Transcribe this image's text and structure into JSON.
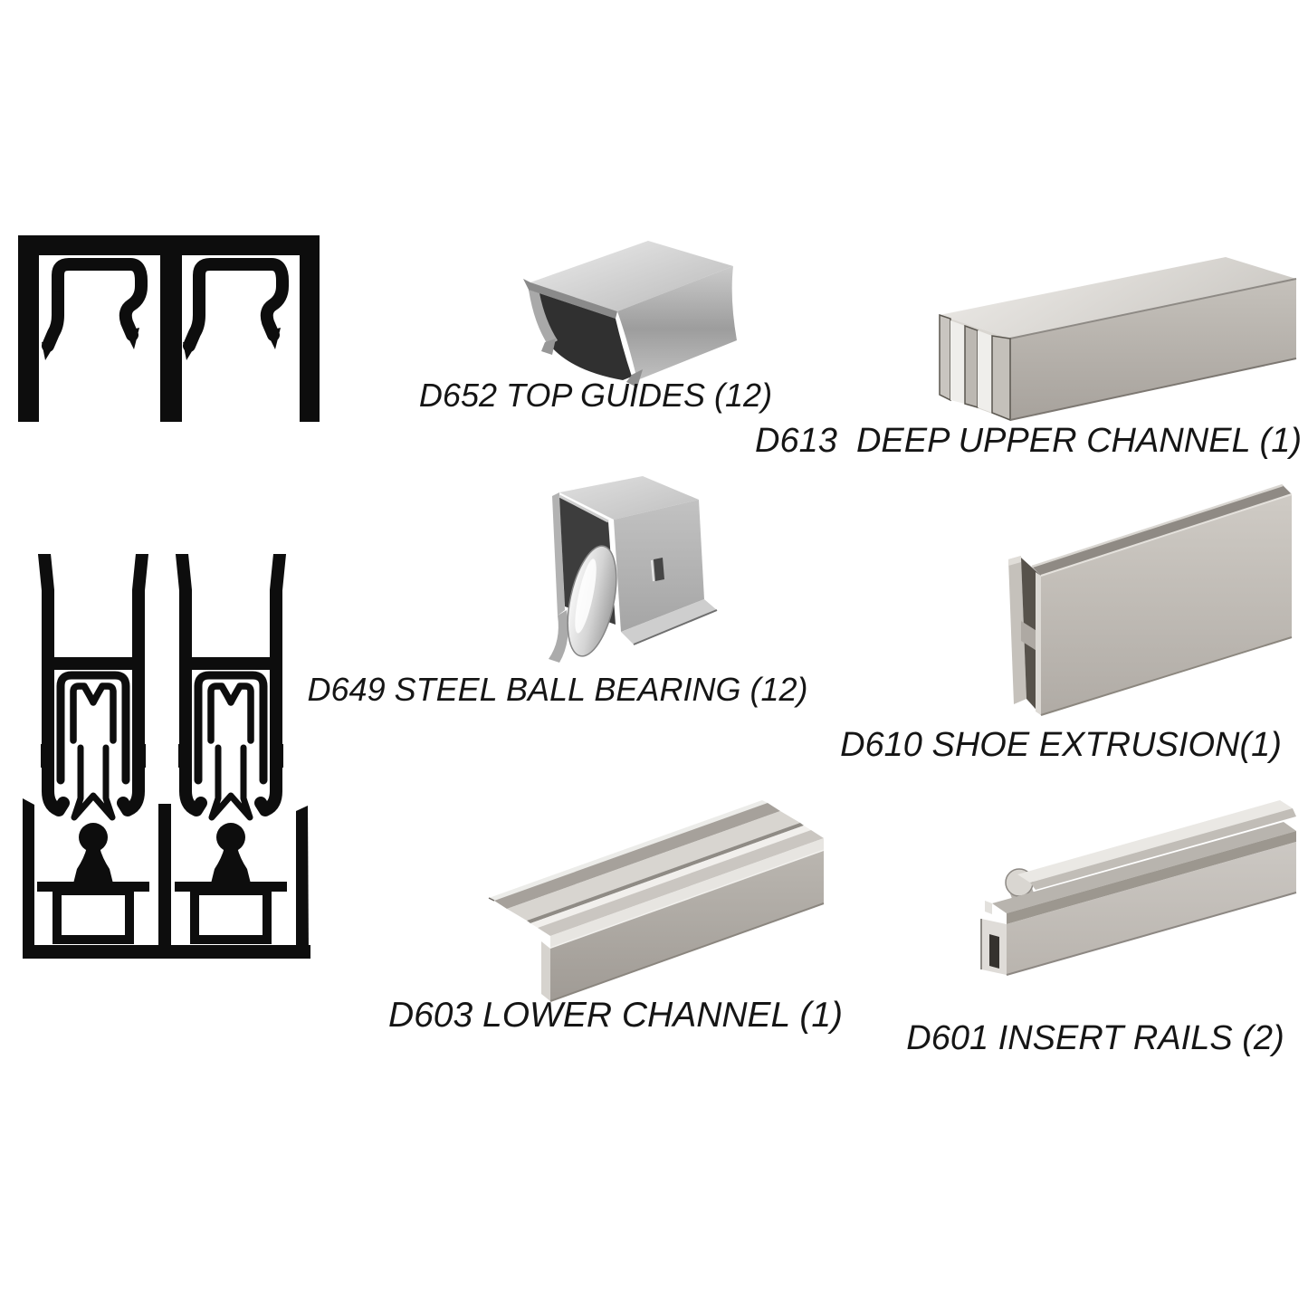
{
  "sheet": {
    "background_color": "#ffffff",
    "text_color": "#151515",
    "line_art_color": "#0d0d0d",
    "metal_color": "#b8b4ae"
  },
  "diagrams": {
    "upper_track": {
      "icon": "upper-track-cross-section-drawing"
    },
    "roller_carriage": {
      "icon": "roller-carriage-cross-section-drawing"
    }
  },
  "parts": {
    "d652": {
      "code": "D652",
      "name": "TOP GUIDES",
      "quantity": 12,
      "label": "D652 TOP GUIDES (12)"
    },
    "d613": {
      "code": "D613",
      "name": "DEEP UPPER CHANNEL",
      "quantity": 1,
      "label": "D613  DEEP UPPER CHANNEL (1)"
    },
    "d649": {
      "code": "D649",
      "name": "STEEL BALL BEARING",
      "quantity": 12,
      "label": "D649 STEEL BALL BEARING (12)"
    },
    "d610": {
      "code": "D610",
      "name": "SHOE EXTRUSION",
      "quantity": 1,
      "label": "D610 SHOE EXTRUSION(1)"
    },
    "d603": {
      "code": "D603",
      "name": "LOWER CHANNEL",
      "quantity": 1,
      "label": "D603 LOWER CHANNEL (1)"
    },
    "d601": {
      "code": "D601",
      "name": "INSERT RAILS",
      "quantity": 2,
      "label": "D601 INSERT RAILS (2)"
    }
  }
}
